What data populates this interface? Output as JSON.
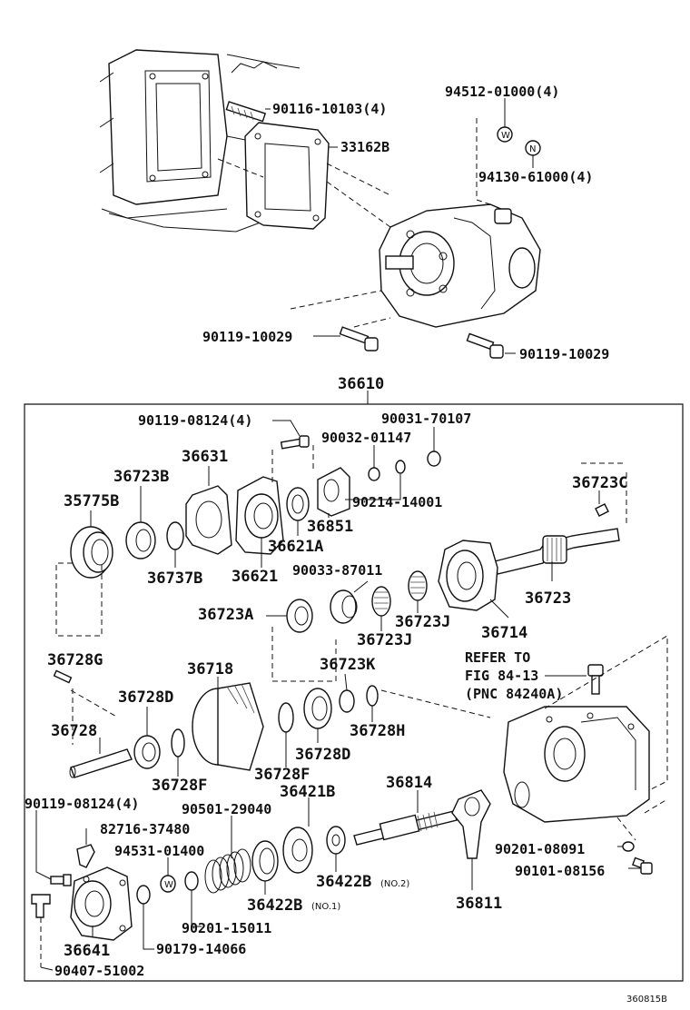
{
  "labels": {
    "p90116": "90116-10103(4)",
    "p33162b": "33162B",
    "p94512": "94512-01000(4)",
    "p94130": "94130-61000(4)",
    "p90119_a": "90119-10029",
    "p90119_b": "90119-10029",
    "p36610": "36610",
    "p90119_08124_top": "90119-08124(4)",
    "p90031": "90031-70107",
    "p90032": "90032-01147",
    "p90214": "90214-14001",
    "p36631": "36631",
    "p36723b": "36723B",
    "p36723c": "36723C",
    "p35775b": "35775B",
    "p36851": "36851",
    "p36621a": "36621A",
    "p36737b": "36737B",
    "p36621": "36621",
    "p90033": "90033-87011",
    "p36723": "36723",
    "p36723a": "36723A",
    "p36723j_1": "36723J",
    "p36723j_2": "36723J",
    "p36714": "36714",
    "p36728g": "36728G",
    "p36718": "36718",
    "p36723k": "36723K",
    "p36728d_1": "36728D",
    "p36728": "36728",
    "p36728h": "36728H",
    "p36728d_2": "36728D",
    "p36728f_1": "36728F",
    "p36728f_2": "36728F",
    "p36814": "36814",
    "p90119_08124_bot": "90119-08124(4)",
    "p90501": "90501-29040",
    "p36421b": "36421B",
    "p82716": "82716-37480",
    "p94531": "94531-01400",
    "p90201_08091": "90201-08091",
    "p90101": "90101-08156",
    "p36422b_2": "36422B",
    "p36422b_2_note": "(NO.2)",
    "p36422b_1": "36422B",
    "p36422b_1_note": "(NO.1)",
    "p36811": "36811",
    "p90201_15011": "90201-15011",
    "p36641": "36641",
    "p90179": "90179-14066",
    "p90407": "90407-51002",
    "refer1": "REFER TO",
    "refer2": "FIG 84-13",
    "refer3": "(PNC 84240A)",
    "fig_id": "360815B",
    "w_mark": "W",
    "n_mark": "N",
    "w_mark2": "W"
  }
}
